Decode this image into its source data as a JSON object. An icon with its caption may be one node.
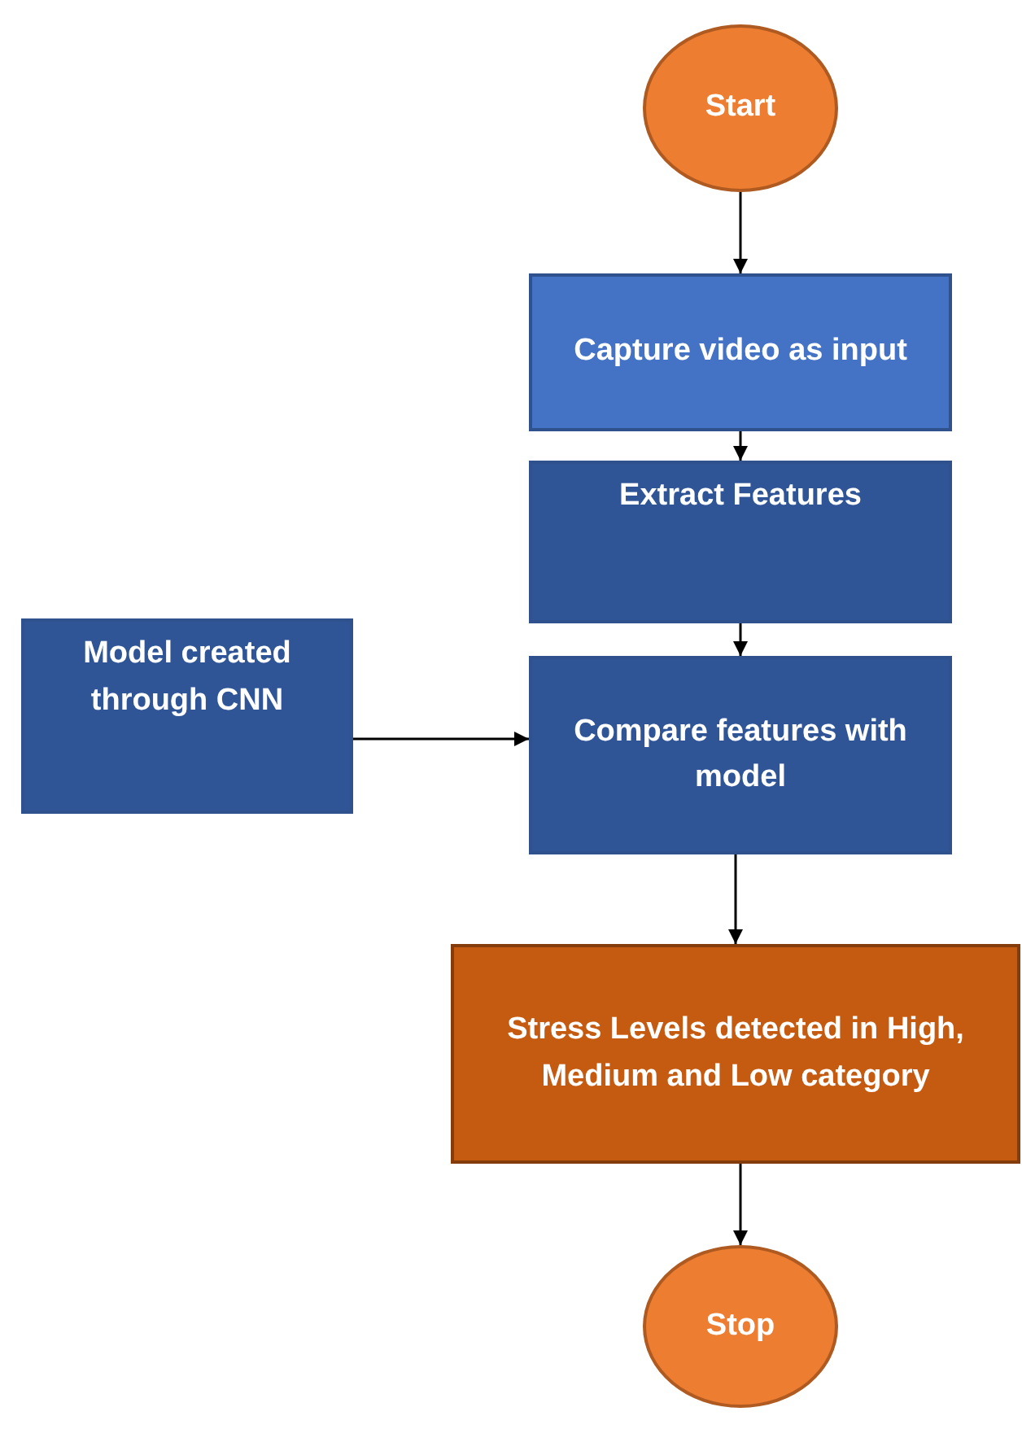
{
  "diagram": {
    "nodes": [
      {
        "text": [
          "Start"
        ]
      },
      {
        "text": [
          "Capture video as input"
        ]
      },
      {
        "text": [
          "Extract Features"
        ]
      },
      {
        "text": [
          "Model created through CNN"
        ]
      },
      {
        "text": [
          "Compare features with model"
        ]
      },
      {
        "text": [
          "Stress Levels detected in High, Medium and Low category"
        ]
      },
      {
        "text": [
          "Stop"
        ]
      }
    ],
    "edges": [
      {
        "from": 0,
        "to": 1,
        "arrow": "to"
      },
      {
        "from": 1,
        "to": 2,
        "arrow": "to"
      },
      {
        "from": 2,
        "to": 4,
        "arrow": "to"
      },
      {
        "from": 3,
        "to": 4,
        "arrow": "to"
      },
      {
        "from": 4,
        "to": 5,
        "arrow": "to"
      },
      {
        "from": 5,
        "to": 6,
        "arrow": "to"
      }
    ]
  }
}
